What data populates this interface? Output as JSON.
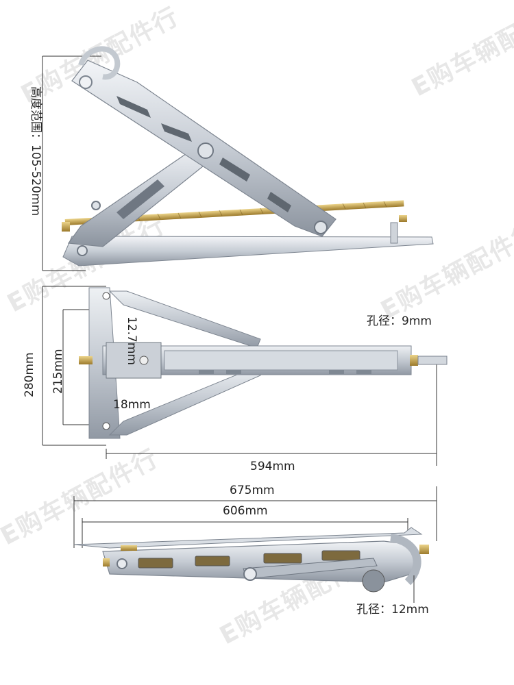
{
  "watermark": {
    "text": "E购车辆配件行"
  },
  "views": {
    "side_raised": {
      "height_range_label": "高度范围：105-520mm"
    },
    "top": {
      "hole_label": "孔径：9mm",
      "dim_12_7": "12.7mm",
      "dim_215": "215mm",
      "dim_280": "280mm",
      "dim_18": "18mm",
      "dim_594": "594mm"
    },
    "side_folded": {
      "dim_675": "675mm",
      "dim_606": "606mm",
      "hole_label": "孔径：12mm"
    }
  },
  "colors": {
    "metal_light": "#e4e8ee",
    "metal_mid": "#b9c0ca",
    "metal_dark": "#7d8590",
    "brass": "#c9a24a",
    "dim_line": "#333333"
  }
}
